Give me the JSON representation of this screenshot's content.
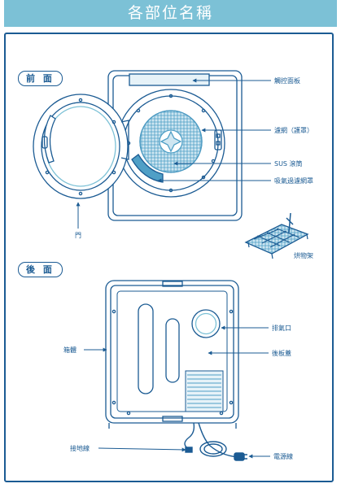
{
  "header": {
    "title": "各部位名稱"
  },
  "sections": {
    "front": "前 面",
    "back": "後 面"
  },
  "front_labels": {
    "control_panel": "觸控面板",
    "filter_cover": "濾網（護罩）",
    "drum": "SUS 滾筒",
    "intake_filter": "吸氣過濾網罩",
    "door": "門",
    "drying_rack": "烘物架"
  },
  "back_labels": {
    "exhaust": "排氣口",
    "back_cover": "後板蓋",
    "body": "箱體",
    "ground_wire": "接地線",
    "power_cord": "電源線"
  },
  "colors": {
    "header_bg": "#7cc1d6",
    "line": "#1b5b93",
    "light_blue": "#cfe6f1",
    "mid_blue": "#4f9fc6"
  }
}
